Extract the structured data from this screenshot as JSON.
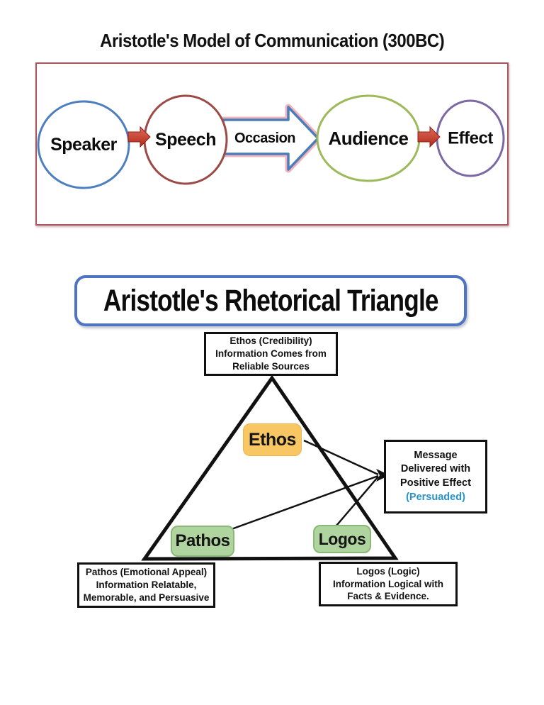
{
  "communication_model": {
    "title": "Aristotle's Model of Communication (300BC)",
    "nodes": {
      "speaker": "Speaker",
      "speech": "Speech",
      "occasion": "Occasion",
      "audience": "Audience",
      "effect": "Effect"
    },
    "colors": {
      "frame_border": "#a8565b",
      "speaker_border": "#4d7ebf",
      "speech_border": "#9c4a45",
      "audience_border": "#9cba5a",
      "effect_border": "#7c68a4",
      "flow_arrow_fill": "#c8352a",
      "flow_arrow_edge": "#8e2019",
      "occasion_border": "#4a7ebb",
      "occasion_glow": "#f2b3bb"
    }
  },
  "rhetorical_triangle": {
    "title": "Aristotle's Rhetorical Triangle",
    "ethos_box": [
      "Ethos (Credibility)",
      "Information Comes from",
      "Reliable Sources"
    ],
    "pathos_box": [
      "Pathos (Emotional Appeal)",
      "Information Relatable,",
      "Memorable, and Persuasive"
    ],
    "logos_box": [
      "Logos (Logic)",
      "Information Logical with",
      "Facts & Evidence."
    ],
    "message_box": [
      "Message",
      "Delivered with",
      "Positive Effect",
      "(Persuaded)"
    ],
    "labels": {
      "ethos": "Ethos",
      "pathos": "Pathos",
      "logos": "Logos"
    },
    "colors": {
      "title_border": "#4f74c2",
      "triangle_stroke": "#111111",
      "ethos_fill": "#f8c763",
      "pathos_logos_fill": "#afd49f",
      "pathos_logos_border": "#8ab977",
      "persuaded_text": "#2793c9"
    }
  }
}
